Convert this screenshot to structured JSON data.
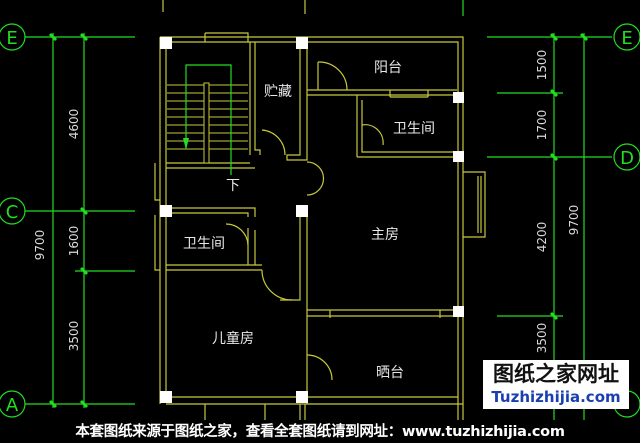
{
  "axes": {
    "left": [
      "E",
      "C",
      "A"
    ],
    "right": [
      "E",
      "D"
    ]
  },
  "dimensions": {
    "left_total": "9700",
    "left_segments": [
      "4600",
      "1600",
      "3500"
    ],
    "right_total": "9700",
    "right_segments": [
      "1500",
      "1700",
      "4200",
      "3500"
    ]
  },
  "rooms": {
    "storage": "贮藏",
    "balcony": "阳台",
    "bathroom_master": "卫生间",
    "stair_down": "下",
    "master_bedroom": "主房",
    "bathroom_kids": "卫生间",
    "kids_room": "儿童房",
    "sun_terrace": "晒台"
  },
  "watermark": {
    "title": "图纸之家网址",
    "url": "Tuzhizhijia.com"
  },
  "caption": "本套图纸来源于图纸之家，查看全套图纸请到网址：www.tuzhizhijia.com",
  "colors": {
    "background": "#000000",
    "walls": "#c8c83c",
    "dimension_lines": "#22dd22",
    "columns": "#ffffff",
    "logo_url": "#1a3fb0"
  }
}
